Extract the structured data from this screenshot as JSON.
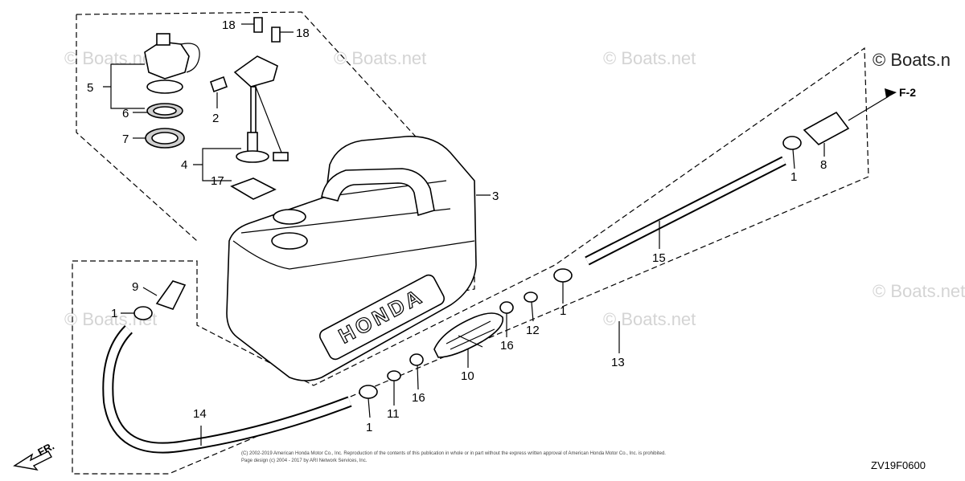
{
  "watermark": "© Boats.net",
  "watermark_corner": "© Boats.n",
  "reference": "F-2",
  "fr_label": "FR.",
  "diagram_code": "ZV19F0600",
  "tank_brand": "HONDA",
  "copyright_line1": "(C) 2002-2019 American Honda Motor Co., Inc. Reproduction of the contents of this publication in whole or in part without the express written approval of American Honda Motor Co., Inc. is prohibited.",
  "copyright_line2": "Page design (c) 2004 - 2017 by ARI Network Services, Inc.",
  "callouts": {
    "c1a": "1",
    "c1b": "1",
    "c1c": "1",
    "c1d": "1",
    "c2": "2",
    "c3": "3",
    "c4": "4",
    "c5": "5",
    "c6": "6",
    "c7": "7",
    "c8": "8",
    "c9": "9",
    "c10": "10",
    "c11": "11",
    "c12": "12",
    "c13": "13",
    "c14": "14",
    "c15": "15",
    "c16a": "16",
    "c16b": "16",
    "c17": "17",
    "c18a": "18",
    "c18b": "18"
  }
}
